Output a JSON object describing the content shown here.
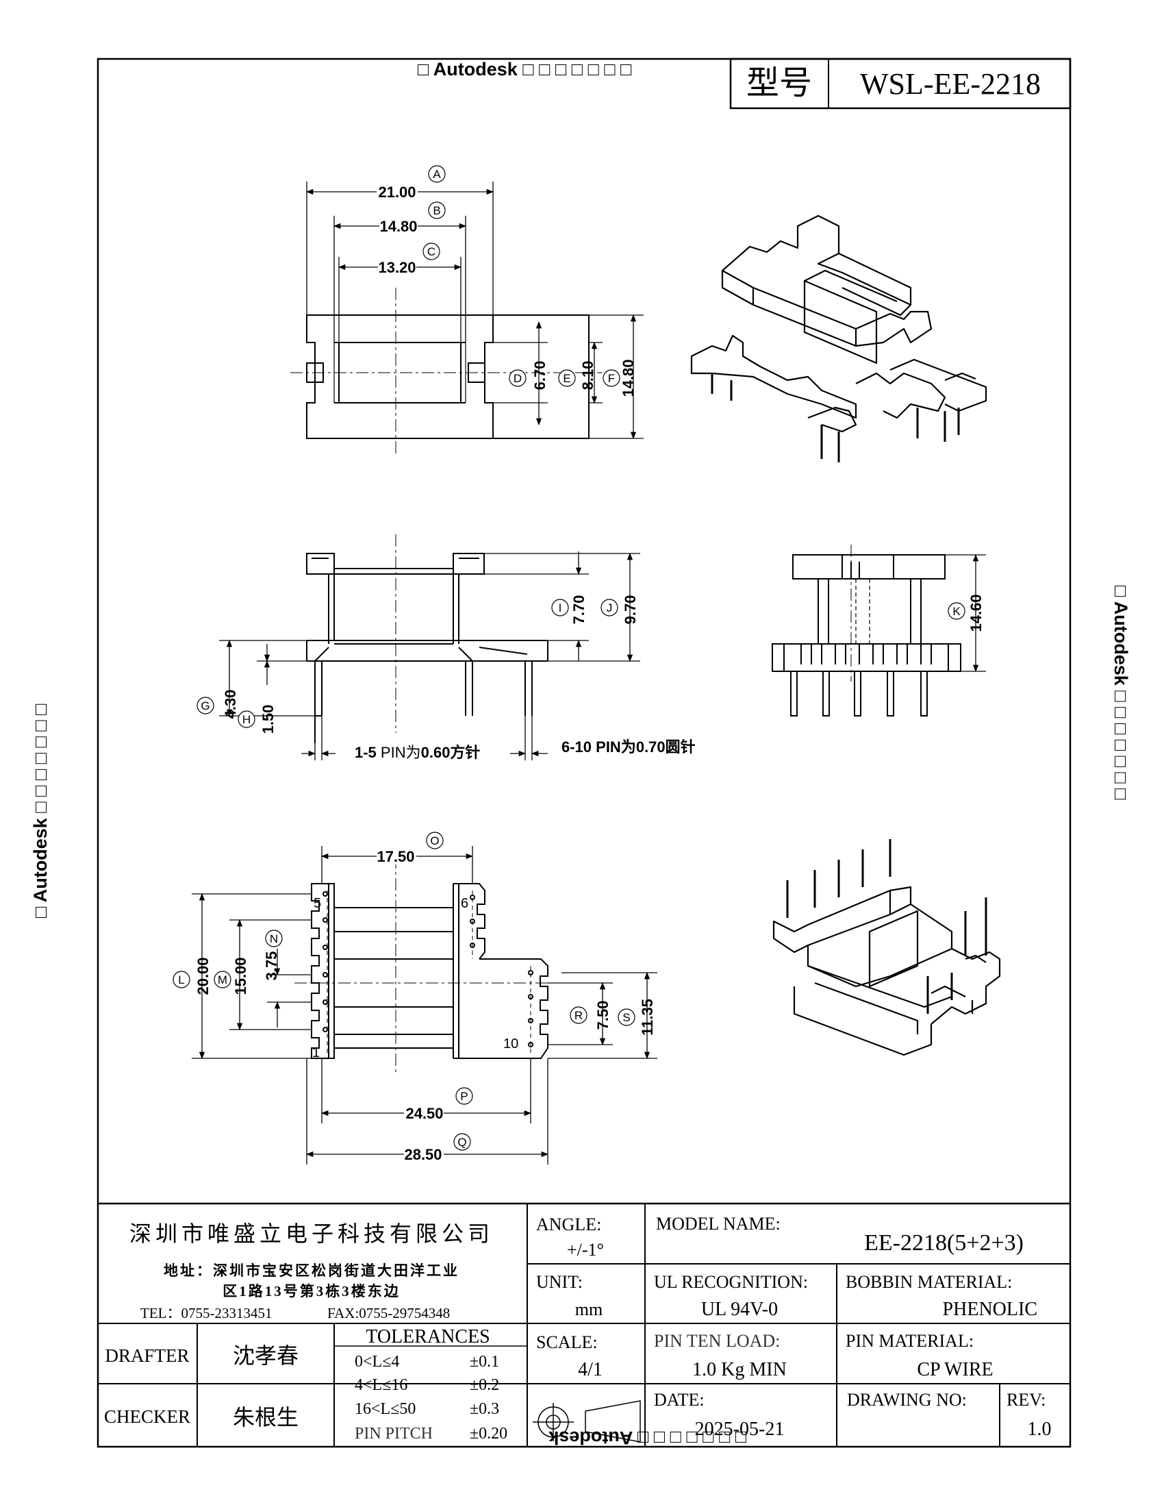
{
  "watermark": {
    "top": "□ Autodesk □ □ □ □ □ □ □",
    "left": "□ Autodesk □ □ □ □ □ □ □",
    "right": "□ Autodesk □ □ □ □ □ □ □",
    "bottom": "□ □ □ □ □ □ □ Autodesk"
  },
  "header": {
    "model_label": "型号",
    "model_value": "WSL-EE-2218"
  },
  "top_view": {
    "dims": {
      "A": "21.00",
      "B": "14.80",
      "C": "13.20",
      "D": "6.70",
      "E": "8.10",
      "F": "14.80"
    },
    "letters": {
      "A": "A",
      "B": "B",
      "C": "C",
      "D": "D",
      "E": "E",
      "F": "F"
    }
  },
  "side_view": {
    "dims": {
      "I": "7.70",
      "J": "9.70",
      "G": "4.30",
      "H": "1.50",
      "K": "14.60"
    },
    "letters": {
      "I": "I",
      "J": "J",
      "G": "G",
      "H": "H",
      "K": "K"
    },
    "pin_note_left_a": "1-5 ",
    "pin_note_left_b": "PIN为",
    "pin_note_left_c": "0.60方针",
    "pin_note_right_a": "6-10 PIN为",
    "pin_note_right_b": "0.70圆针"
  },
  "bottom_view": {
    "dims": {
      "O": "17.50",
      "N": "3.75",
      "L": "20.00",
      "M": "15.00",
      "R": "7.50",
      "S": "11.35",
      "P": "24.50",
      "Q": "28.50"
    },
    "letters": {
      "O": "O",
      "N": "N",
      "L": "L",
      "M": "M",
      "R": "R",
      "S": "S",
      "P": "P",
      "Q": "Q"
    },
    "pin_labels": {
      "p5": "5",
      "p6": "6",
      "p1": "1",
      "p10": "10"
    }
  },
  "title_block": {
    "company": "深圳市唯盛立电子科技有限公司",
    "address_line1": "地址：深圳市宝安区松岗街道大田洋工业",
    "address_line2": "区1路13号第3栋3楼东边",
    "tel": "TEL：0755-23313451",
    "fax": "FAX:0755-29754348",
    "angle_label": "ANGLE:",
    "angle_value": "+/-1°",
    "unit_label": "UNIT:",
    "unit_value": "mm",
    "scale_label": "SCALE:",
    "scale_value": "4/1",
    "model_name_label": "MODEL NAME:",
    "model_name_value": "EE-2218(5+2+3)",
    "ul_label": "UL RECOGNITION:",
    "ul_value": "UL 94V-0",
    "bobbin_label": "BOBBIN MATERIAL:",
    "bobbin_value": "PHENOLIC",
    "pin_load_label": "PIN TEN LOAD:",
    "pin_load_value": "1.0 Kg MIN",
    "pin_material_label": "PIN MATERIAL:",
    "pin_material_value": "CP WIRE",
    "date_label": "DATE:",
    "date_value": "2025-05-21",
    "drawing_no_label": "DRAWING NO:",
    "rev_label": "REV:",
    "rev_value": "1.0",
    "drafter_label": "DRAFTER",
    "drafter_value": "沈孝春",
    "checker_label": "CHECKER",
    "checker_value": "朱根生",
    "tolerances_label": "TOLERANCES",
    "tol_rows": [
      {
        "range": "0<L≤4",
        "value": "±0.1"
      },
      {
        "range": "4<L≤16",
        "value": "±0.2"
      },
      {
        "range": "16<L≤50",
        "value": "±0.3"
      },
      {
        "range": "PIN PITCH",
        "value": "±0.20"
      }
    ]
  }
}
